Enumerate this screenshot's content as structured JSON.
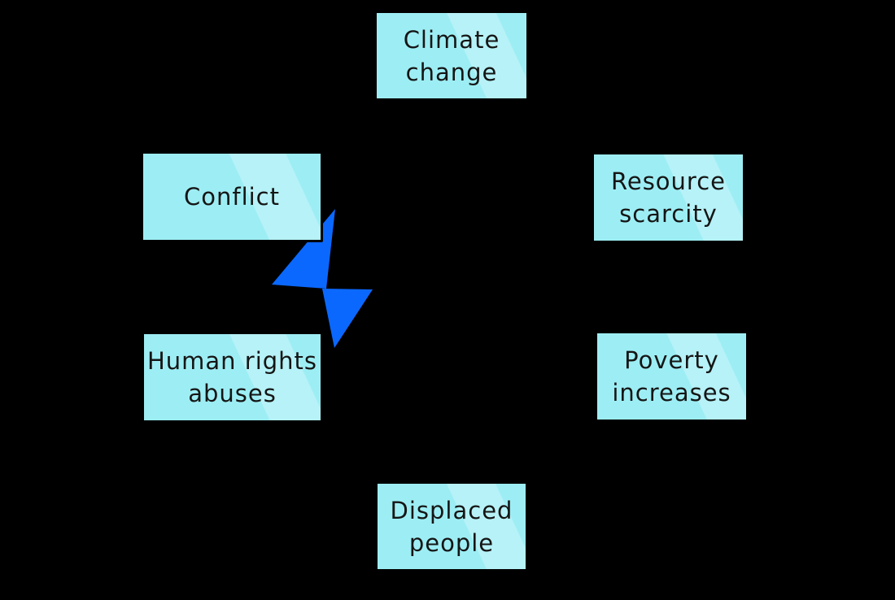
{
  "diagram": {
    "description": "Cycle diagram of climate change impacts",
    "colors": {
      "background": "#000000",
      "box_fill": "#9DEEF4",
      "box_border": "#000000",
      "text": "#151515",
      "bolt": "#0B68FF"
    },
    "bolt": {
      "icon": "lightning-bolt",
      "color": "#0B68FF"
    },
    "nodes": [
      {
        "id": "climate-change",
        "lines": [
          "Climate",
          "change"
        ]
      },
      {
        "id": "resource-scarcity",
        "lines": [
          "Resource",
          "scarcity"
        ]
      },
      {
        "id": "poverty-increases",
        "lines": [
          "Poverty",
          "increases"
        ]
      },
      {
        "id": "displaced-people",
        "lines": [
          "Displaced",
          "people"
        ]
      },
      {
        "id": "human-rights-abuses",
        "lines": [
          "Human rights",
          "abuses"
        ]
      },
      {
        "id": "conflict",
        "lines": [
          "Conflict"
        ]
      }
    ]
  }
}
